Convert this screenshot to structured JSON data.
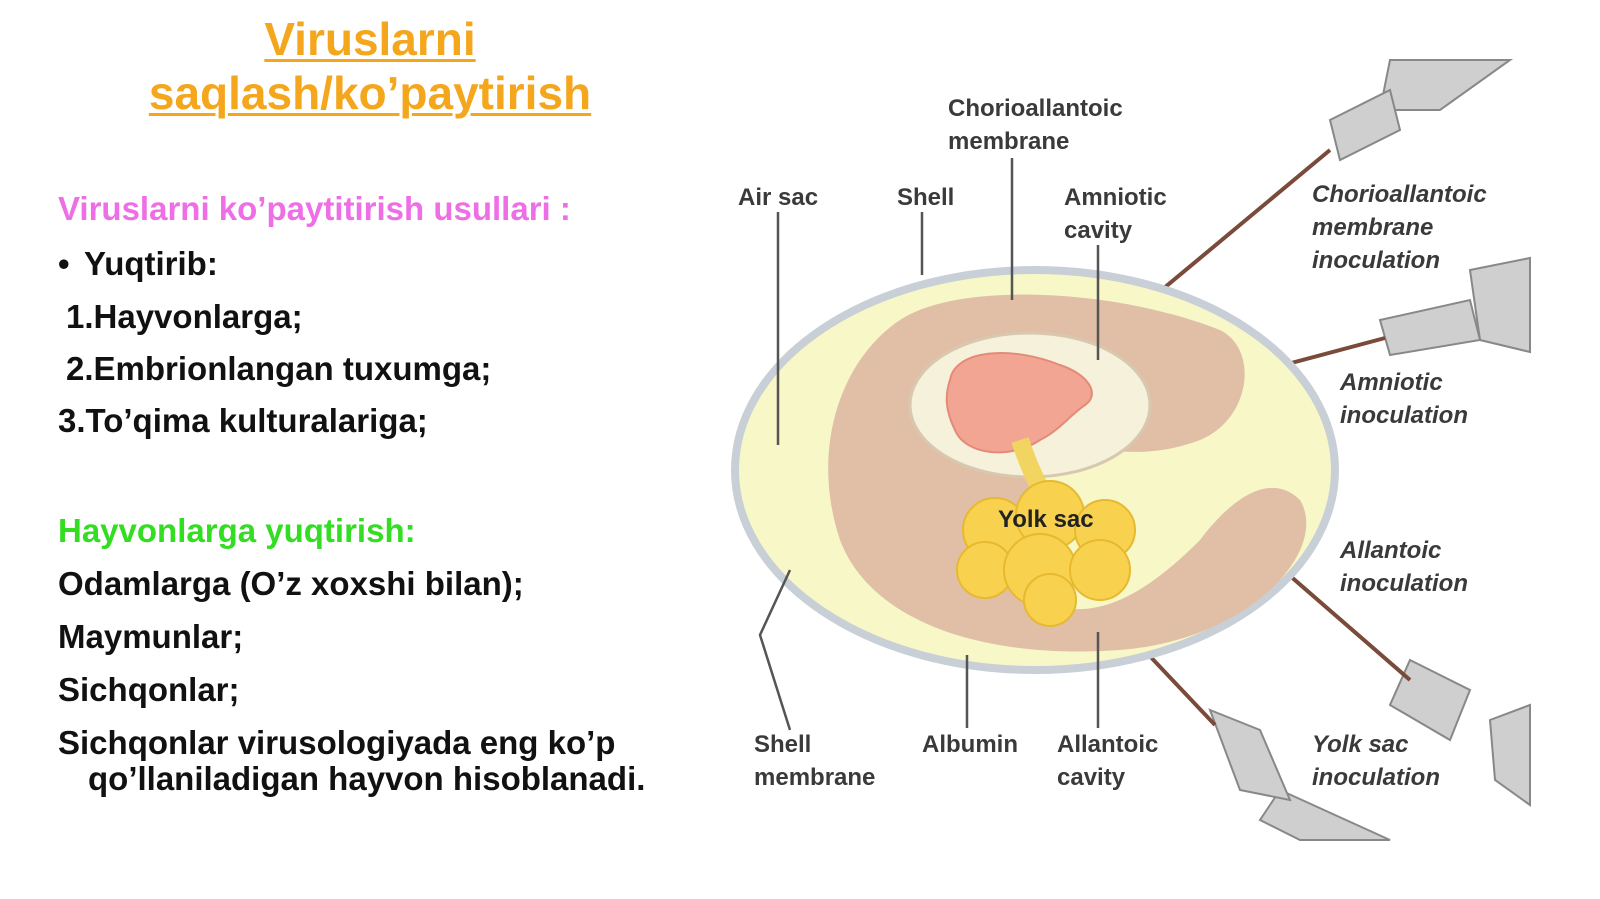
{
  "title": {
    "line1": "Viruslarni",
    "line2": "saqlash/ko’paytirish"
  },
  "left": {
    "subtitle": "Viruslarni ko’paytitirish usullari :",
    "bullet": "Yuqtirib:",
    "items": [
      "1.Hayvonlarga;",
      "2.Embrionlangan tuxumga;",
      "3.To’qima kulturalariga;"
    ],
    "section": "Hayvonlarga yuqtirish:",
    "lines": [
      "Odamlarga (O’z xoxshi bilan);",
      "Maymunlar;",
      "Sichqonlar;"
    ],
    "para_line1": "Sichqonlar virusologiyada eng ko’p",
    "para_line2": "qo’llaniladigan hayvon hisoblanadi."
  },
  "diagram": {
    "labels": {
      "chorioallantoic_membrane": [
        "Chorioallantoic",
        "membrane"
      ],
      "air_sac": [
        "Air sac"
      ],
      "shell": [
        "Shell"
      ],
      "amniotic_cavity": [
        "Amniotic",
        "cavity"
      ],
      "yolk_sac": [
        "Yolk sac"
      ],
      "shell_membrane": [
        "Shell",
        "membrane"
      ],
      "albumin": [
        "Albumin"
      ],
      "allantoic_cavity": [
        "Allantoic",
        "cavity"
      ]
    },
    "inoculations": {
      "chorioallantoic": [
        "Chorioallantoic",
        "membrane",
        "inoculation"
      ],
      "amniotic": [
        "Amniotic",
        "inoculation"
      ],
      "allantoic": [
        "Allantoic",
        "inoculation"
      ],
      "yolk_sac": [
        "Yolk sac",
        "inoculation"
      ]
    }
  }
}
